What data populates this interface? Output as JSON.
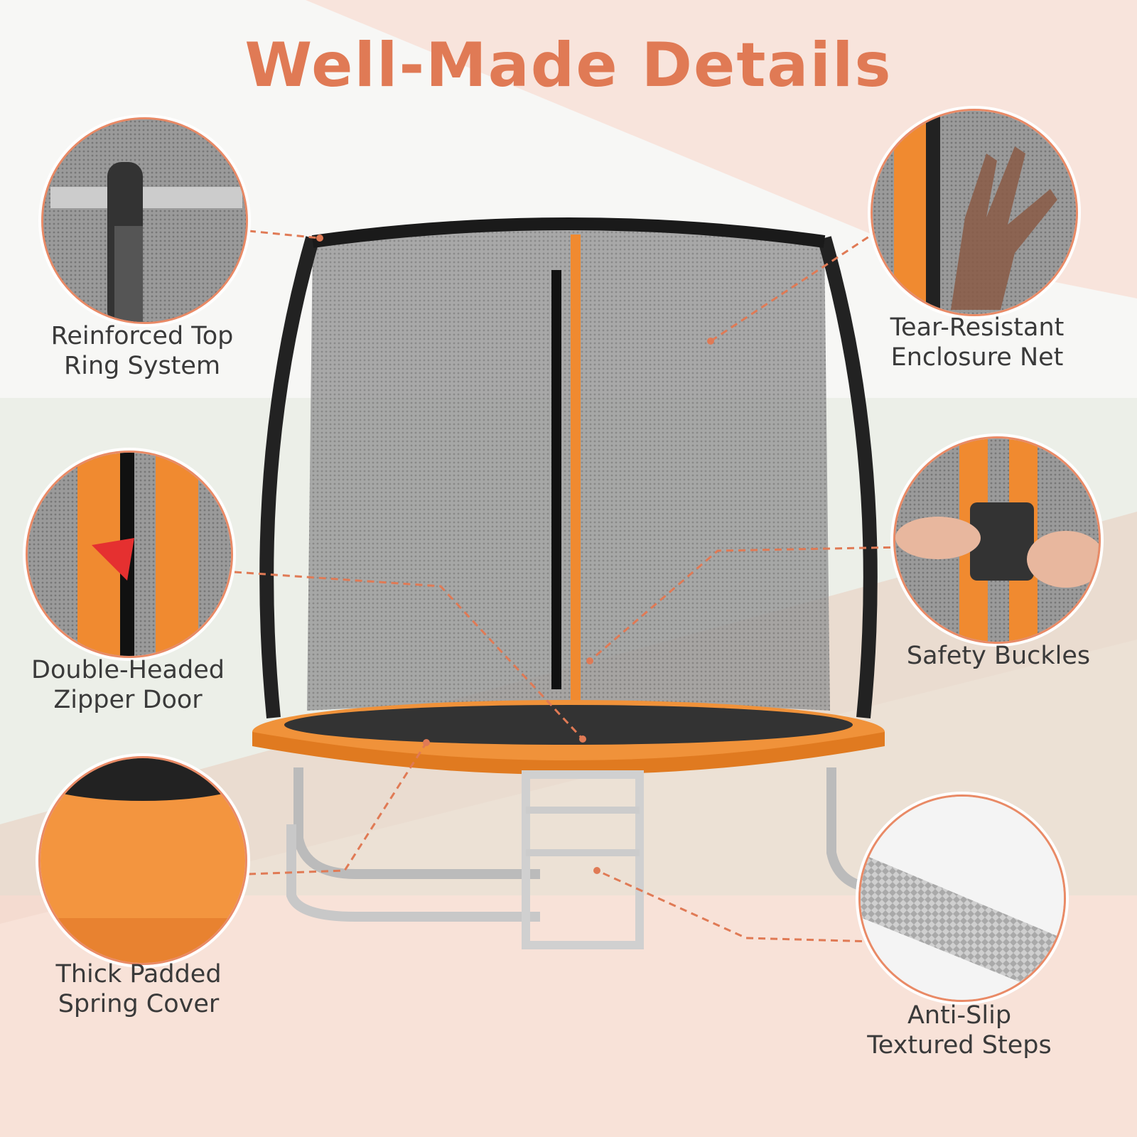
{
  "title": "Well-Made Details",
  "accent_color": "#e07a55",
  "features": [
    {
      "line1": "Reinforced Top",
      "line2": "Ring System",
      "icon": "top-ring-closeup"
    },
    {
      "line1": "Tear-Resistant",
      "line2": "Enclosure Net",
      "icon": "net-hand-closeup"
    },
    {
      "line1": "Double-Headed",
      "line2": "Zipper Door",
      "icon": "zipper-closeup"
    },
    {
      "line1": "Safety Buckles",
      "line2": "",
      "icon": "buckle-closeup"
    },
    {
      "line1": "Thick Padded",
      "line2": "Spring Cover",
      "icon": "spring-cover-closeup"
    },
    {
      "line1": "Anti-Slip",
      "line2": "Textured Steps",
      "icon": "textured-step-closeup"
    }
  ]
}
